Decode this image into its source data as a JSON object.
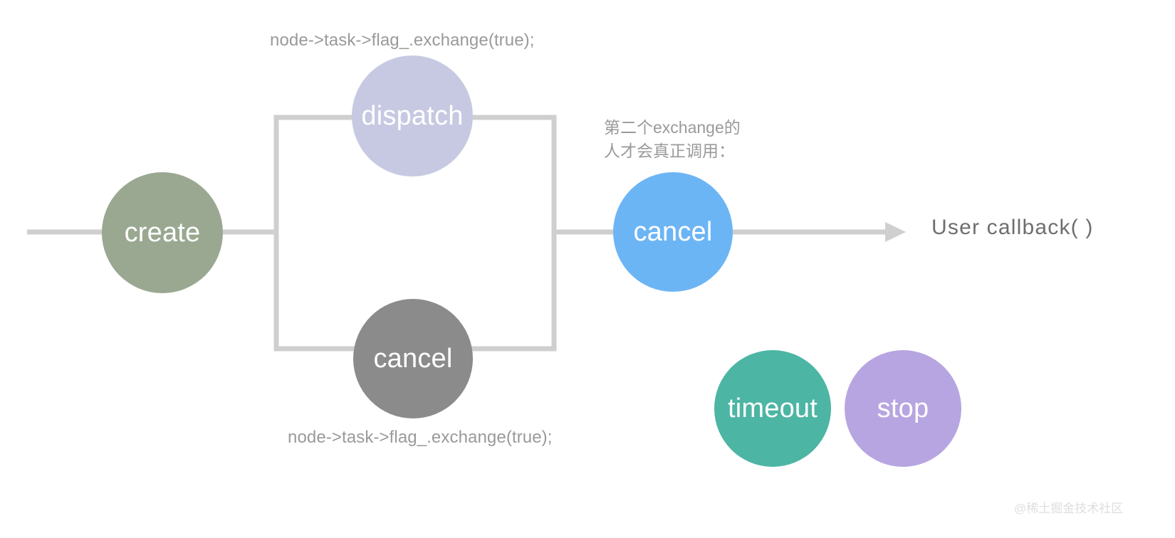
{
  "diagram": {
    "title": "task state flow diagram",
    "colors": {
      "background": "#ffffff",
      "line": "#cfcfcf",
      "create": "#9aa891",
      "dispatch": "#c7c9e2",
      "cancel_gray": "#8b8b8b",
      "cancel_blue": "#6cb5f5",
      "timeout": "#4db5a4",
      "stop": "#b7a5e1",
      "caption_text": "#9a9a9a",
      "callback_text": "#6e6e6e",
      "watermark_text": "#dedede"
    },
    "nodes": [
      {
        "id": "create",
        "label": "create"
      },
      {
        "id": "dispatch",
        "label": "dispatch"
      },
      {
        "id": "cancel_gray",
        "label": "cancel"
      },
      {
        "id": "cancel_blue",
        "label": "cancel"
      },
      {
        "id": "timeout",
        "label": "timeout"
      },
      {
        "id": "stop",
        "label": "stop"
      }
    ],
    "captions": {
      "top_code": "node->task->flag_.exchange(true);",
      "bottom_code": "node->task->flag_.exchange(true);",
      "note_cn_line1": "第二个exchange的",
      "note_cn_line2": "人才会真正调用：",
      "user_callback": "User callback( )"
    },
    "watermark": "@稀土掘金技术社区"
  }
}
